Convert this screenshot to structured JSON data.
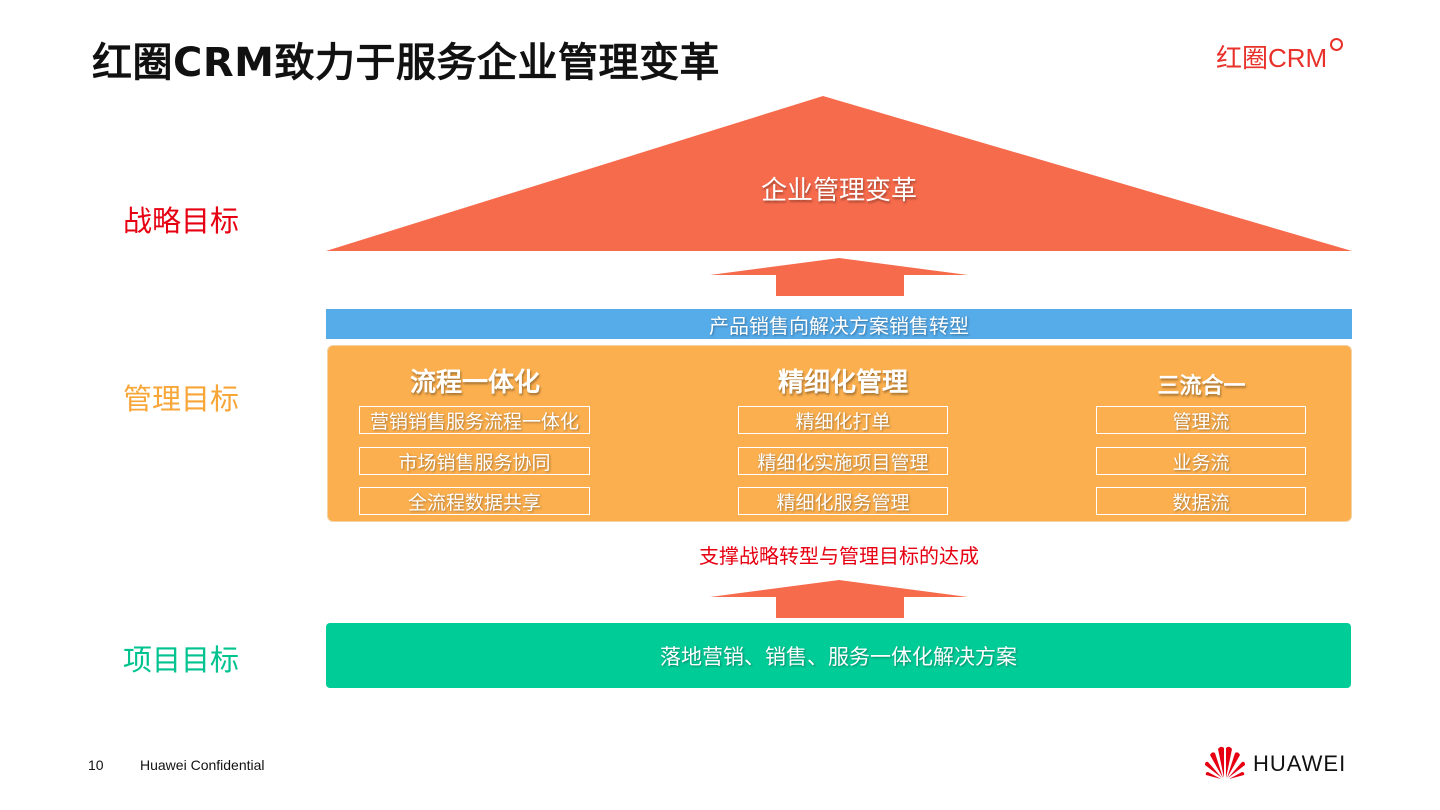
{
  "title": "红圈CRM致力于服务企业管理变革",
  "brand_logo_text": "红圈CRM",
  "labels": {
    "strategy": "战略目标",
    "management": "管理目标",
    "project": "项目目标"
  },
  "roof_text": "企业管理变革",
  "blue_bar_text": "产品销售向解决方案销售转型",
  "columns": [
    {
      "title": "流程一体化",
      "items": [
        "营销销售服务流程一体化",
        "市场销售服务协同",
        "全流程数据共享"
      ]
    },
    {
      "title": "精细化管理",
      "items": [
        "精细化打单",
        "精细化实施项目管理",
        "精细化服务管理"
      ]
    },
    {
      "title": "三流合一",
      "items": [
        "管理流",
        "业务流",
        "数据流"
      ]
    }
  ],
  "support_text": "支撑战略转型与管理目标的达成",
  "green_bar_text": "落地营销、销售、服务一体化解决方案",
  "footer": {
    "page_number": "10",
    "confidential": "Huawei Confidential",
    "company": "HUAWEI"
  },
  "colors": {
    "roof": "#f76b4d",
    "arrow": "#f76b4d",
    "blue_bar": "#56abe9",
    "orange_panel": "#fbaf4e",
    "green_bar": "#00cc98",
    "strategy_label": "#e60012",
    "management_label": "#f7a637",
    "project_label": "#00c38f"
  }
}
